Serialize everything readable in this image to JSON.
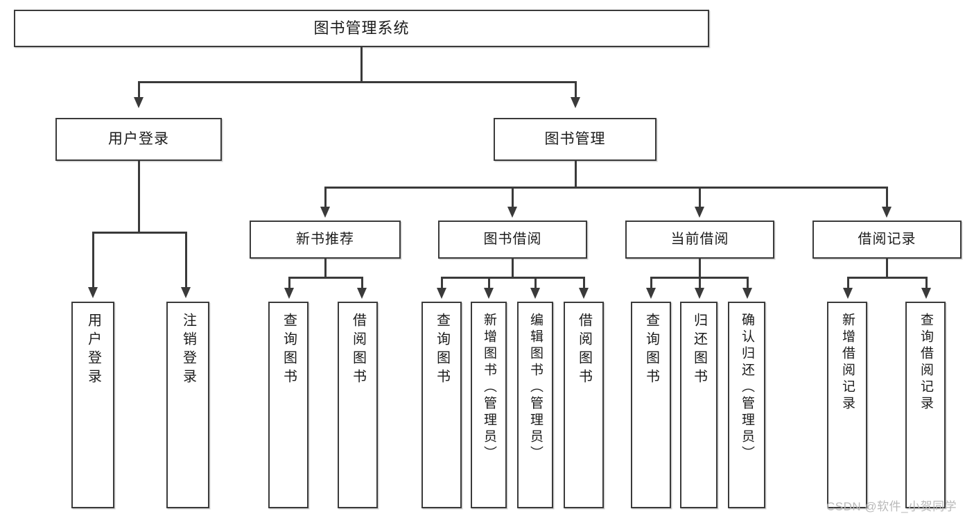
{
  "diagram": {
    "title": "图书管理系统",
    "watermark": "CSDN @软件_小贺同学",
    "colors": {
      "stroke": "#3a3a3a",
      "text": "#1b1b1b",
      "background": "#ffffff",
      "watermark": "#b9b9b9"
    },
    "root": {
      "label": "图书管理系统"
    },
    "level2": [
      {
        "label": "用户登录"
      },
      {
        "label": "图书管理"
      }
    ],
    "level3": [
      {
        "label": "新书推荐"
      },
      {
        "label": "图书借阅"
      },
      {
        "label": "当前借阅"
      },
      {
        "label": "借阅记录"
      }
    ],
    "leaves": {
      "user_login": [
        {
          "label": "用户登录"
        },
        {
          "label": "注销登录"
        }
      ],
      "new_book": [
        {
          "label": "查询图书"
        },
        {
          "label": "借阅图书"
        }
      ],
      "book_borrow": [
        {
          "label": "查询图书"
        },
        {
          "label": "新增图书（管理员）"
        },
        {
          "label": "编辑图书（管理员）"
        },
        {
          "label": "借阅图书"
        }
      ],
      "current_borrow": [
        {
          "label": "查询图书"
        },
        {
          "label": "归还图书"
        },
        {
          "label": "确认归还（管理员）"
        }
      ],
      "borrow_record": [
        {
          "label": "新增借阅记录"
        },
        {
          "label": "查询借阅记录"
        }
      ]
    }
  }
}
